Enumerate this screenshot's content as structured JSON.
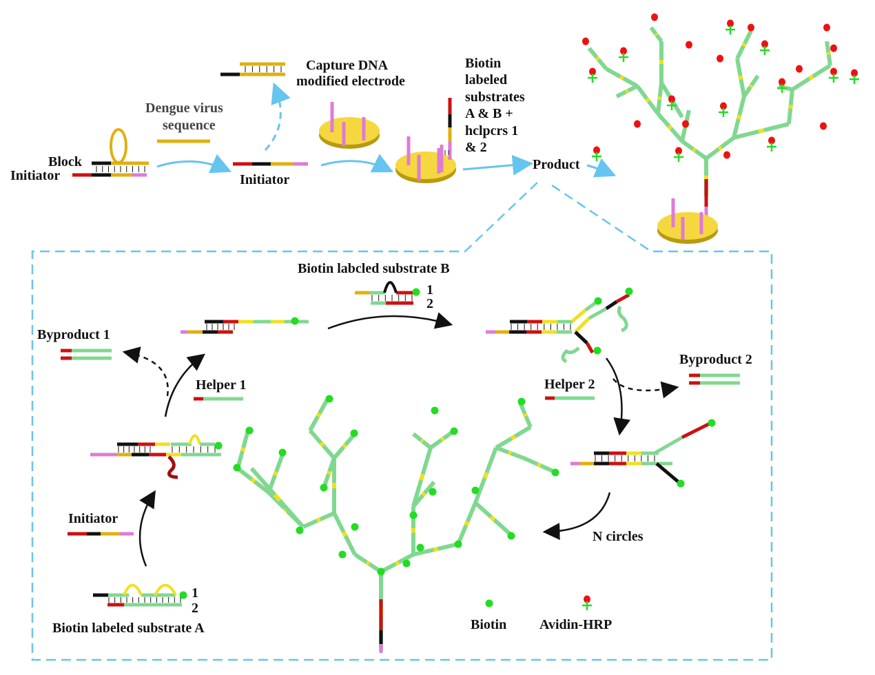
{
  "top": {
    "block": "Block",
    "initiator_left": "Initiator",
    "dengue_line1": "Dengue virus",
    "dengue_line2": "sequence",
    "capture_line1": "Capture DNA",
    "capture_line2": "modified electrode",
    "initiator_mid": "Initiator",
    "substrates_lines": [
      "Biotin",
      "labeled",
      "substrates",
      "A & B +",
      "hclpcrs 1",
      "& 2"
    ],
    "product": "Product"
  },
  "detail": {
    "substrate_b": "Biotin labcled  substrate B",
    "b_strand_1": "1",
    "b_strand_2": "2",
    "byproduct_1": "Byproduct 1",
    "helper_1": "Helper 1",
    "helper_2": "Helper 2",
    "byproduct_2": "Byproduct 2",
    "initiator": "Initiator",
    "n_circles": "N circles",
    "substrate_a": "Biotin labeled substrate A",
    "a_strand_1": "1",
    "a_strand_2": "2",
    "legend_biotin": "Biotin",
    "legend_avidin": "Avidin-HRP"
  },
  "colors": {
    "red": "#cc1111",
    "black": "#111111",
    "yellow": "#f0e020",
    "gold": "#e0b010",
    "pink": "#e07ad8",
    "green": "#80d890",
    "biotin": "#22dd22",
    "avidin": "#ee1111",
    "arrow_blue": "#66c4f0",
    "electrode": "#f5d840"
  }
}
